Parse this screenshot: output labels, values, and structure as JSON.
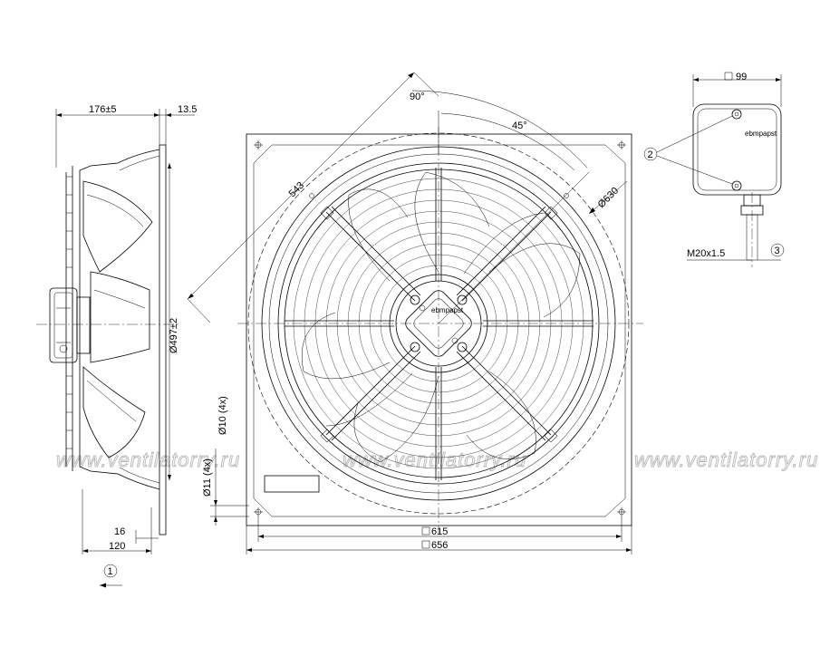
{
  "side_view": {
    "depth_label": "176±5",
    "flange_label": "13.5",
    "diameter_label": "Ø497±2",
    "offset_label": "16",
    "mount_depth_label": "120",
    "flow_marker": "1"
  },
  "front_view": {
    "diagonal_label": "543",
    "angle_90_label": "90°",
    "angle_45_label": "45°",
    "ring_diameter_label": "Ø630",
    "hole_10_label": "Ø10 (4x)",
    "hole_11_label": "Ø11 (4x)",
    "inner_square_label": "615",
    "outer_square_label": "656",
    "hub_logo": "ebmpapst"
  },
  "terminal_box": {
    "width_label": "99",
    "callout_2": "2",
    "callout_3": "3",
    "gland_label": "M20x1.5",
    "logo": "ebmpapst"
  },
  "watermark": {
    "text": "www.ventilatorry.ru"
  }
}
